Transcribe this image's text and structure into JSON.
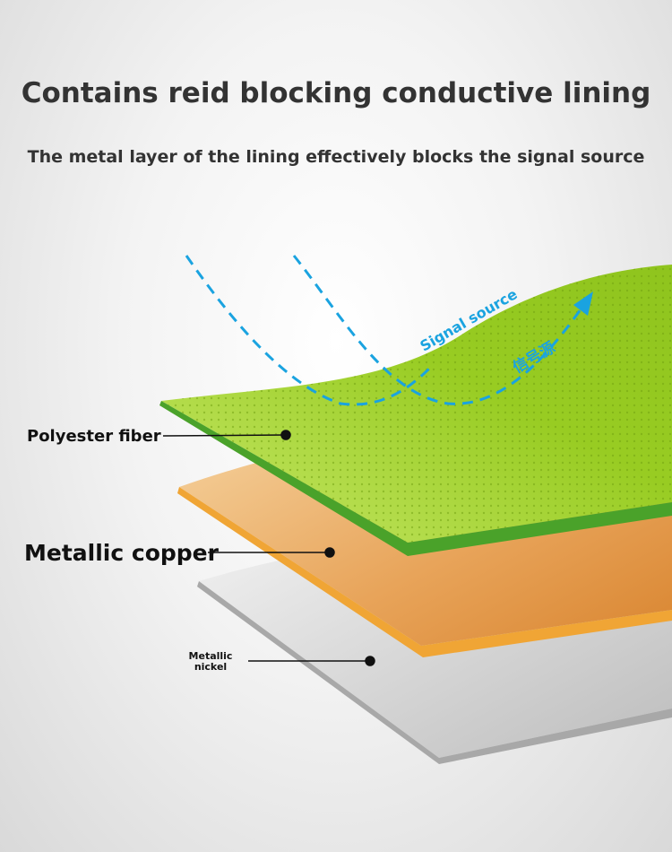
{
  "header": {
    "title": "Contains reid blocking conductive lining",
    "subtitle": "The metal layer of the lining effectively blocks the signal source"
  },
  "signal": {
    "label_en": "Signal source",
    "label_cn": "信号源",
    "color": "#1aa3e0"
  },
  "layers": [
    {
      "label": "Polyester fiber",
      "color": "#9bd12c"
    },
    {
      "label": "Metallic copper",
      "color": "#e89a3a"
    },
    {
      "label": "Metallic nickel",
      "color": "#d6d6d6"
    }
  ]
}
